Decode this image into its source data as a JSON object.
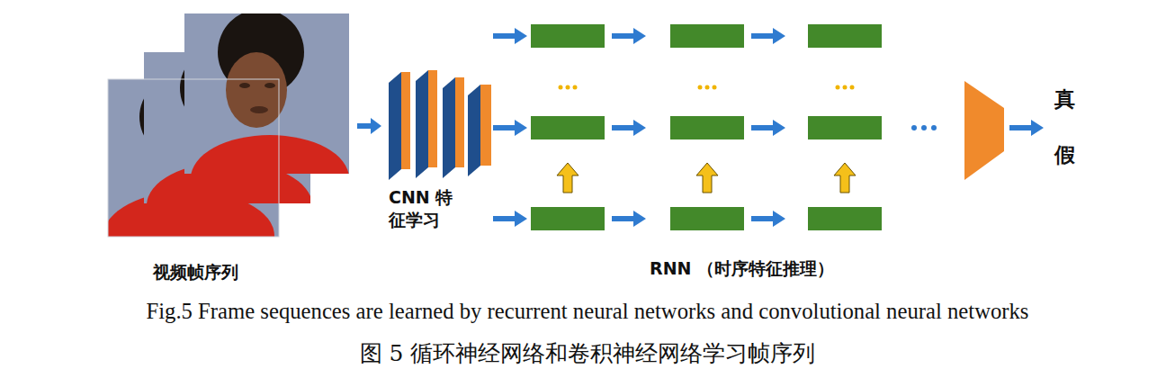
{
  "diagram": {
    "caption": "Fig.5 Frame sequences are learned by recurrent neural networks and convolutional neural networks",
    "nodes": [
      {
        "text": [
          "视频帧序列"
        ]
      },
      {
        "text": [
          "CNN 特征学习"
        ]
      }
    ],
    "edges": [
      {
        "from": 0,
        "to": 1,
        "arrow": "to"
      }
    ],
    "labels": [
      "RNN （时序特征推理）",
      "真",
      "假",
      "图 5 循环神经网络和卷积神经网络学习帧序列"
    ]
  }
}
